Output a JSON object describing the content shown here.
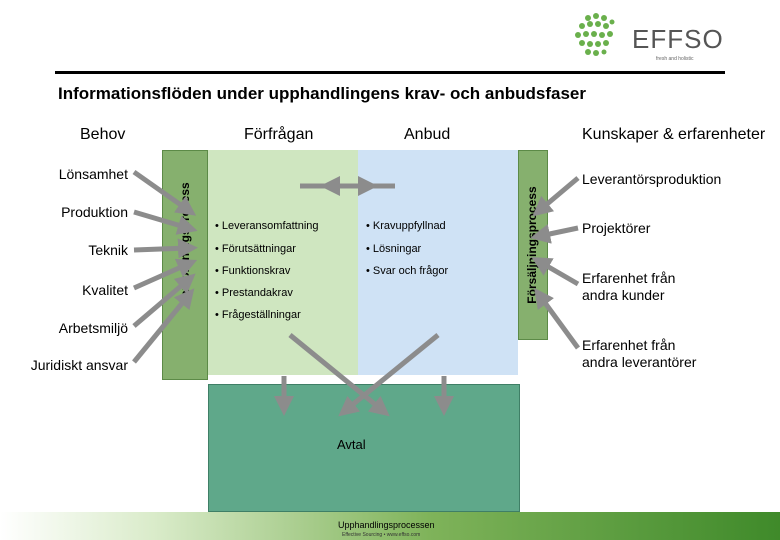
{
  "logo": {
    "name": "EFFSO",
    "tagline": "fresh and holistic"
  },
  "title": "Informationsflöden under upphandlingens krav- och anbudsfaser",
  "columns": {
    "behov": "Behov",
    "forfragan": "Förfrågan",
    "anbud": "Anbud",
    "kunskaper": "Kunskaper & erfarenheter"
  },
  "left_items": [
    "Lönsamhet",
    "Produktion",
    "Teknik",
    "Kvalitet",
    "Arbetsmiljö",
    "Juridiskt ansvar"
  ],
  "samordning_label": "Samordningsprocess",
  "forsaljning_label": "Försäljningsprocess",
  "forfragan_bullets": [
    "• Leveransomfattning",
    "• Förutsättningar",
    "• Funktionskrav",
    "• Prestandakrav",
    "• Frågeställningar"
  ],
  "anbud_bullets": [
    "• Kravuppfyllnad",
    "• Lösningar",
    "• Svar och frågor"
  ],
  "right_items": [
    "Leverantörsproduktion",
    "Projektörer",
    "Erfarenhet från andra kunder",
    "Erfarenhet från andra leverantörer"
  ],
  "avtal": "Avtal",
  "footer": {
    "title": "Upphandlingsprocessen",
    "sub": "Effective Sourcing • www.effso.com"
  },
  "colors": {
    "green_bar": "#86b06e",
    "light_green": "#cfe6c0",
    "light_blue": "#cfe2f5",
    "avtal": "#5fa88a",
    "arrow": "#8c8c8c",
    "logo_text": "#555555",
    "logo_green": "#6ab04c"
  }
}
